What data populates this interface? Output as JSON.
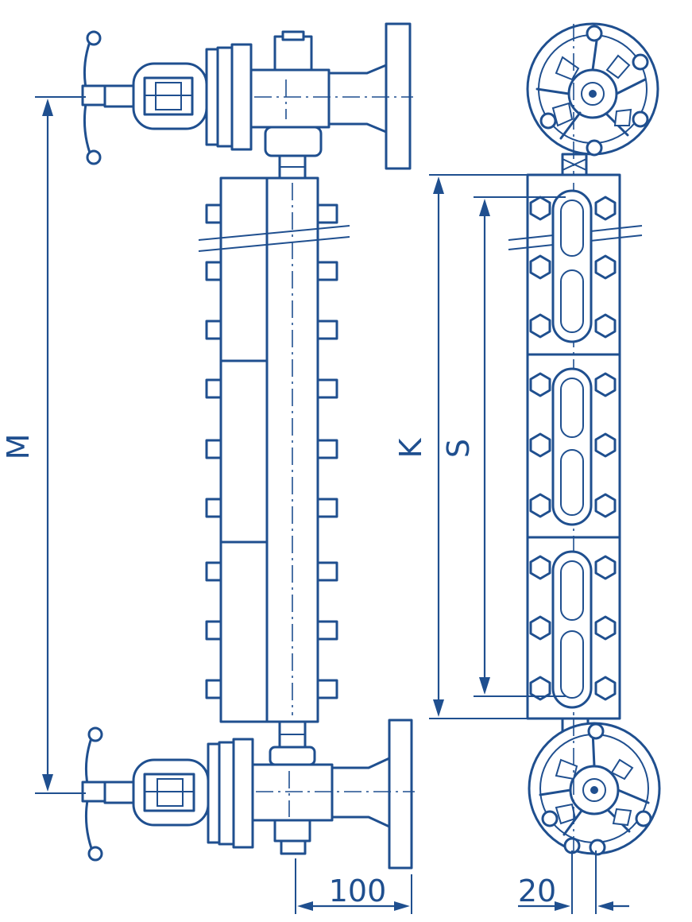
{
  "diagram": {
    "labels": {
      "m": "M",
      "k": "K",
      "s": "S",
      "width_100": "100",
      "width_20": "20"
    },
    "colors": {
      "line": "#1f4f8f",
      "background": "#ffffff"
    }
  }
}
